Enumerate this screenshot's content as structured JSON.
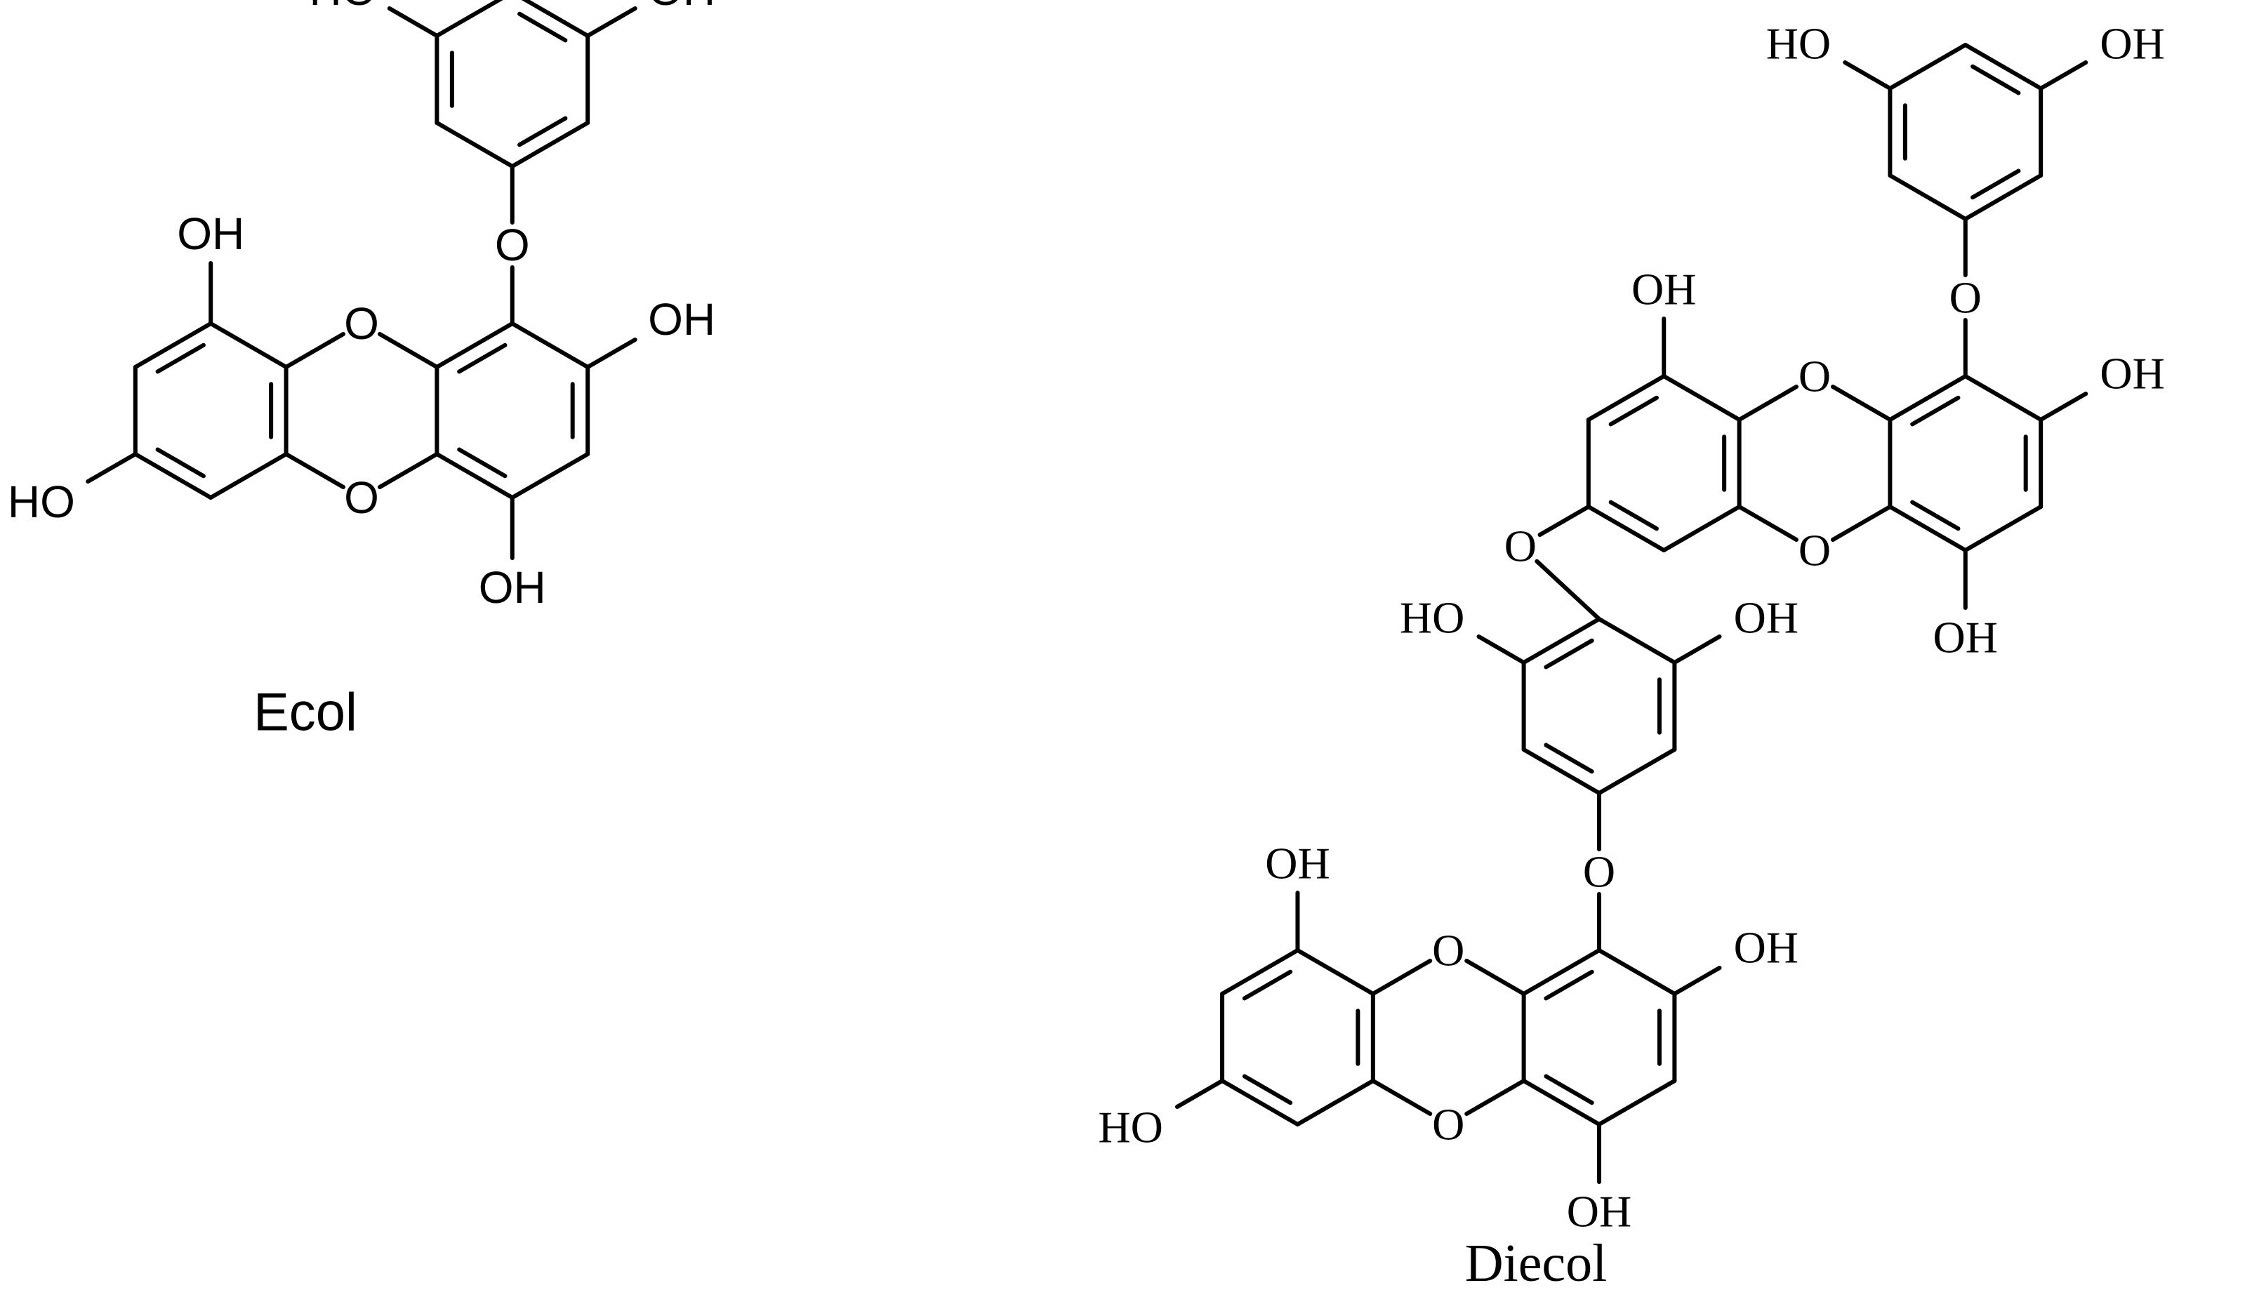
{
  "structures": [
    {
      "id": "ecol",
      "name": "Ecol",
      "font": "sans"
    },
    {
      "id": "diecol",
      "name": "Diecol",
      "font": "serif"
    }
  ],
  "atom_labels": {
    "oxygen": "O",
    "hydroxyl_right": "OH",
    "hydroxyl_left": "HO"
  },
  "colors": {
    "bond": "#000000",
    "text": "#000000",
    "background": "#ffffff"
  }
}
